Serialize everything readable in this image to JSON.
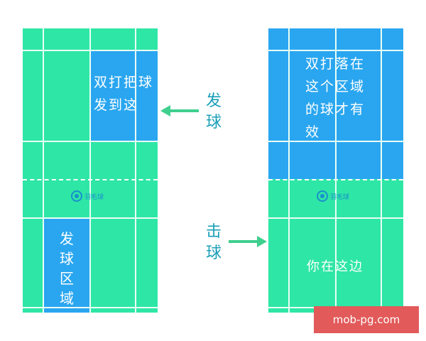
{
  "left_court": {
    "doubles_serve_zone_text": [
      "双打把球",
      "发到这"
    ],
    "serve_area_text": [
      "发",
      "球",
      "区",
      "域"
    ],
    "logo_text": "羽毛球"
  },
  "right_court": {
    "doubles_landing_zone_text": [
      "双打落在",
      "这个区域",
      "的球才有",
      "效"
    ],
    "you_here_text": "你在这边",
    "logo_text": "羽毛球"
  },
  "labels": {
    "serve_label": [
      "发",
      "球"
    ],
    "hit_label": [
      "击",
      "球"
    ]
  },
  "watermark": "mob-pg.com",
  "colors": {
    "court_green": "#2ee6a6",
    "zone_blue": "#2aa6f0",
    "label_teal": "#1a9fb8",
    "arrow_green": "#3fcf8e",
    "watermark_red": "#e25a5a"
  }
}
